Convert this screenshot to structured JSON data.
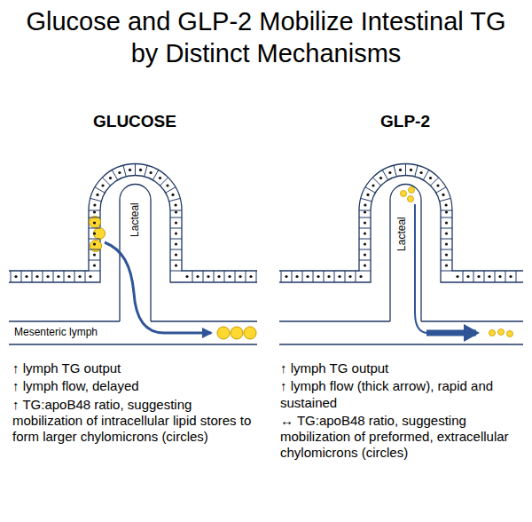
{
  "diagram": {
    "title": "Glucose and GLP-2 Mobilize Intestinal TG by Distinct Mechanisms",
    "labels": [
      "GLUCOSE",
      "GLP-2",
      "Lacteal",
      "Lacteal",
      "Mesenteric lymph",
      "↑ lymph TG output",
      "↑ lymph flow, delayed",
      "↑ TG:apoB48 ratio, suggesting mobilization of intracellular lipid stores to form larger chylomicrons (circles)",
      "↑ lymph TG output",
      "↑ lymph flow (thick arrow), rapid and sustained",
      "↔ TG:apoB48 ratio, suggesting mobilization of preformed, extracellular chylomicrons (circles)"
    ]
  }
}
